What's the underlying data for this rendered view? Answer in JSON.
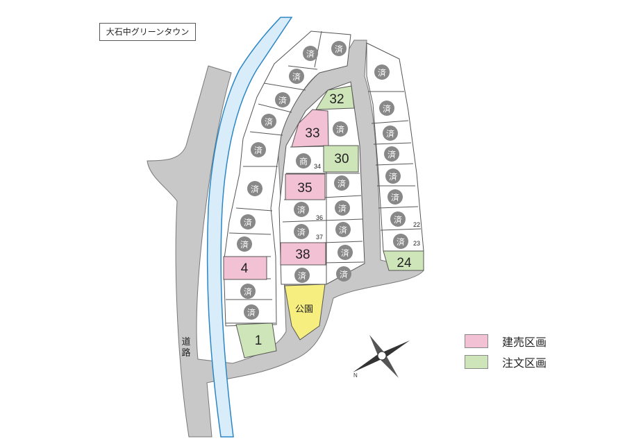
{
  "title": "大石中グリーンタウン",
  "road_label": "道路",
  "done_mark": "済",
  "commercial_mark": "商",
  "park_label": "公園",
  "compass_letter": "N",
  "colors": {
    "road": "#c8c8c8",
    "river": "#d8ecf9",
    "river_edge": "#2b86c5",
    "lot_edge": "#555555",
    "tatekai": "#f3c1d4",
    "chumon": "#cde5b8",
    "park": "#f6ee7e",
    "done_badge": "#888888"
  },
  "legend": [
    {
      "label": "建売区画",
      "color": "#f3c1d4"
    },
    {
      "label": "注文区画",
      "color": "#cde5b8"
    }
  ],
  "lots": {
    "tatekai": [
      {
        "number": "33"
      },
      {
        "number": "35"
      },
      {
        "number": "38"
      },
      {
        "number": "4"
      }
    ],
    "chumon": [
      {
        "number": "32"
      },
      {
        "number": "30"
      },
      {
        "number": "24"
      },
      {
        "number": "1"
      }
    ]
  },
  "small_numbers": [
    "34",
    "36",
    "37",
    "22",
    "23"
  ]
}
